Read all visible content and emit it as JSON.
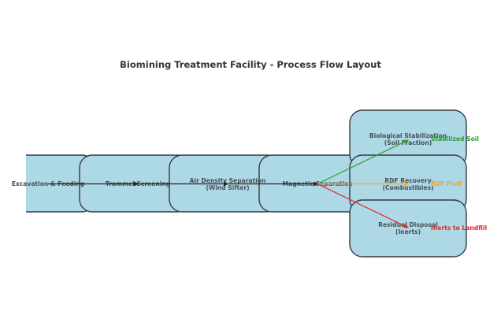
{
  "title": "Biomining Treatment Facility - Process Flow Layout",
  "colors": {
    "box_fill": "#add8e6",
    "box_stroke": "#333a3f",
    "main_flow": "#222222",
    "soil": "#2ca02c",
    "rdf": "#f0a830",
    "inerts": "#e8252a"
  },
  "stages": [
    {
      "id": "excavation",
      "line1": "Excavation & Feeding",
      "line2": ""
    },
    {
      "id": "trommel",
      "line1": "Trommel Screening",
      "line2": ""
    },
    {
      "id": "air-density",
      "line1": "Air Density Separation",
      "line2": "(Wind Sifter)"
    },
    {
      "id": "magnetic",
      "line1": "Magnetic Separation",
      "line2": ""
    }
  ],
  "outputs": [
    {
      "id": "biological",
      "line1": "Biological Stabilization",
      "line2": "(Soil Fraction)",
      "flow_label": "Stabilized Soil",
      "color_key": "soil"
    },
    {
      "id": "rdf",
      "line1": "RDF Recovery",
      "line2": "(Combustibles)",
      "flow_label": "RDF Fluff",
      "color_key": "rdf"
    },
    {
      "id": "residual",
      "line1": "Residual Disposal",
      "line2": "(Inerts)",
      "flow_label": "Inerts to Landfill",
      "color_key": "inerts"
    }
  ]
}
